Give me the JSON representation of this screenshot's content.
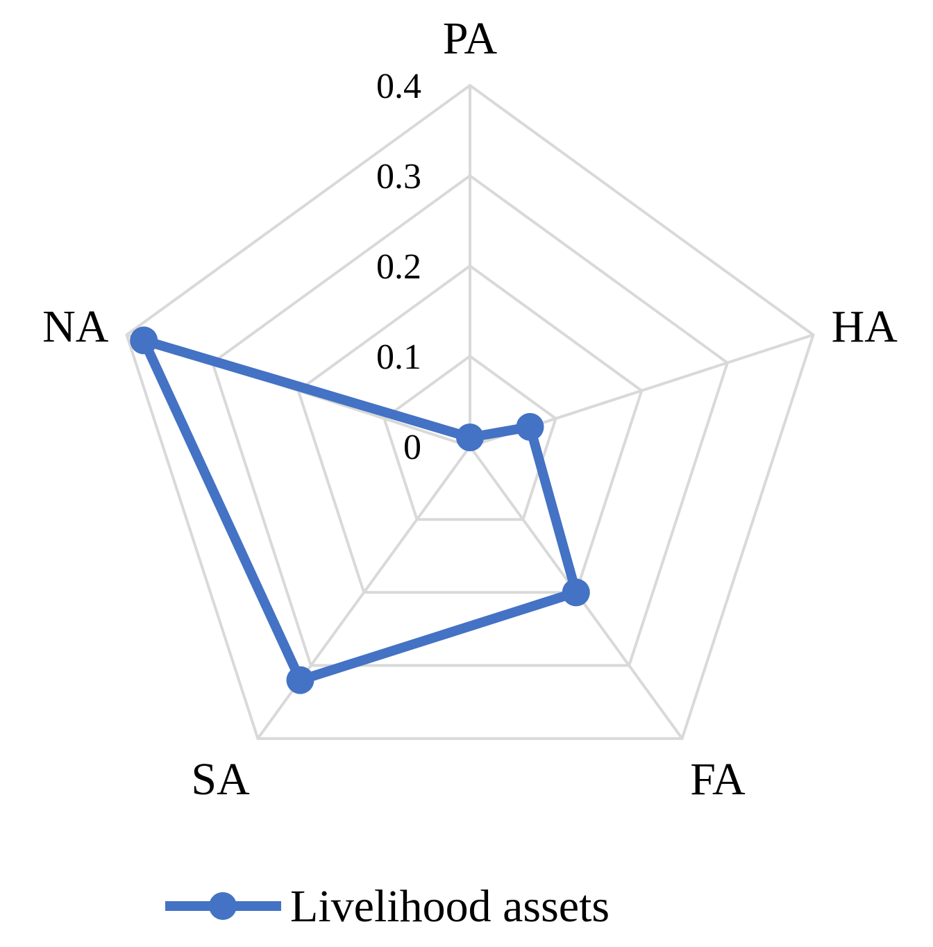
{
  "chart_data": {
    "type": "radar",
    "title": "",
    "categories": [
      "PA",
      "HA",
      "FA",
      "SA",
      "NA"
    ],
    "radial_ticks": [
      "0",
      "0.1",
      "0.2",
      "0.3",
      "0.4"
    ],
    "rlim": [
      0,
      0.4
    ],
    "grid": true,
    "legend_position": "bottom",
    "series": [
      {
        "name": "Livelihood assets",
        "color": "#4472c4",
        "marker": "circle",
        "values": [
          0.01,
          0.07,
          0.2,
          0.32,
          0.38
        ]
      }
    ]
  }
}
